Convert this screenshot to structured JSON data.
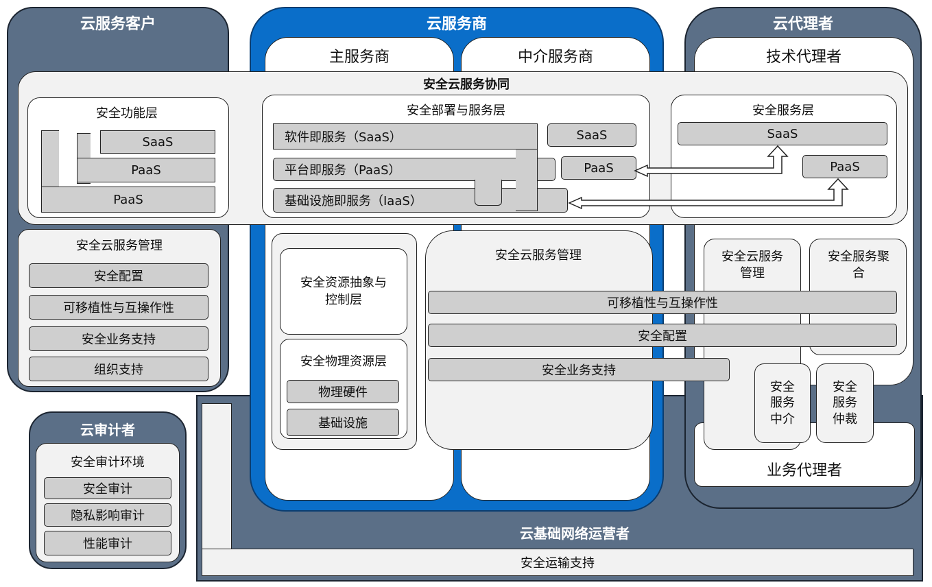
{
  "customer": {
    "title": "云服务客户",
    "mgmt_title": "安全云服务管理",
    "mgmt_items": [
      "安全配置",
      "可移植性与互操作性",
      "安全业务支持",
      "组织支持"
    ]
  },
  "provider": {
    "title": "云服务商",
    "primary": "主服务商",
    "intermediary": "中介服务商",
    "resource_layer": "安全资源抽象与控制层",
    "physical_layer": "安全物理资源层",
    "physical_items": [
      "物理硬件",
      "基础设施"
    ],
    "mgmt_title": "安全云服务管理",
    "mgmt_items": [
      "可移植性与互操作性",
      "安全配置",
      "安全业务支持"
    ]
  },
  "broker": {
    "title": "云代理者",
    "tech_broker": "技术代理者",
    "business_broker": "业务代理者",
    "mgmt": "安全云服务管理",
    "aggregation": "安全服务聚合",
    "intermediation": "安全服务中介",
    "arbitrage": "安全服务仲裁"
  },
  "collab": {
    "title": "安全云服务协同",
    "func_layer": "安全功能层",
    "func_items": [
      "SaaS",
      "PaaS",
      "PaaS"
    ],
    "deploy_layer": "安全部署与服务层",
    "deploy_items": [
      "软件即服务（SaaS）",
      "平台即服务（PaaS）",
      "基础设施即服务（IaaS）"
    ],
    "deploy_right": [
      "SaaS",
      "PaaS"
    ],
    "service_layer": "安全服务层",
    "service_items": [
      "SaaS",
      "PaaS"
    ]
  },
  "auditor": {
    "title": "云审计者",
    "env": "安全审计环境",
    "items": [
      "安全审计",
      "隐私影响审计",
      "性能审计"
    ]
  },
  "carrier": {
    "title": "云基础网络运营者",
    "transport": "安全运输支持"
  }
}
